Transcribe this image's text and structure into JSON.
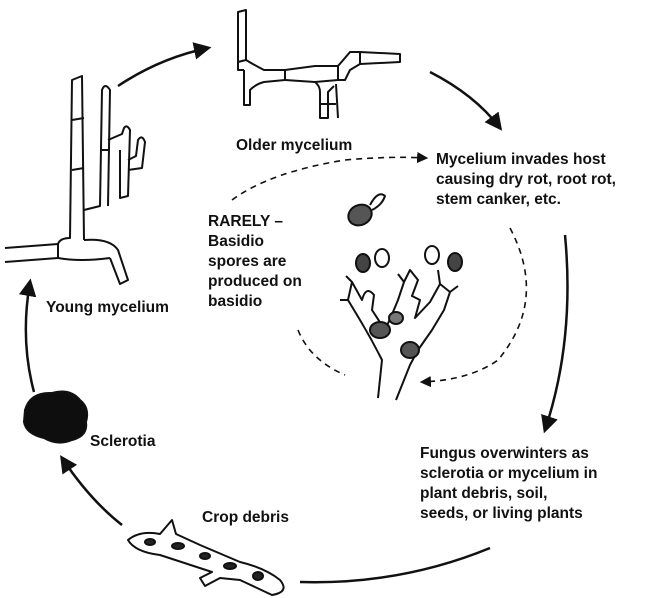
{
  "labels": {
    "older_mycelium": "Older mycelium",
    "mycelium_invades": [
      "Mycelium invades host",
      "causing dry rot, root rot,",
      "stem canker, etc."
    ],
    "rarely": [
      "RARELY –",
      "Basidio",
      "spores are",
      "produced on",
      "basidio"
    ],
    "young_mycelium": "Young mycelium",
    "sclerotia": "Sclerotia",
    "crop_debris": "Crop debris",
    "overwinters": [
      "Fungus overwinters as",
      "sclerotia or mycelium in",
      "plant debris, soil,",
      "seeds, or living plants"
    ]
  },
  "colors": {
    "ink": "#111111",
    "background": "#ffffff"
  },
  "icons": [
    "young-mycelium-drawing",
    "older-mycelium-drawing",
    "basidia-drawing",
    "sclerotium-drawing",
    "crop-debris-drawing"
  ]
}
